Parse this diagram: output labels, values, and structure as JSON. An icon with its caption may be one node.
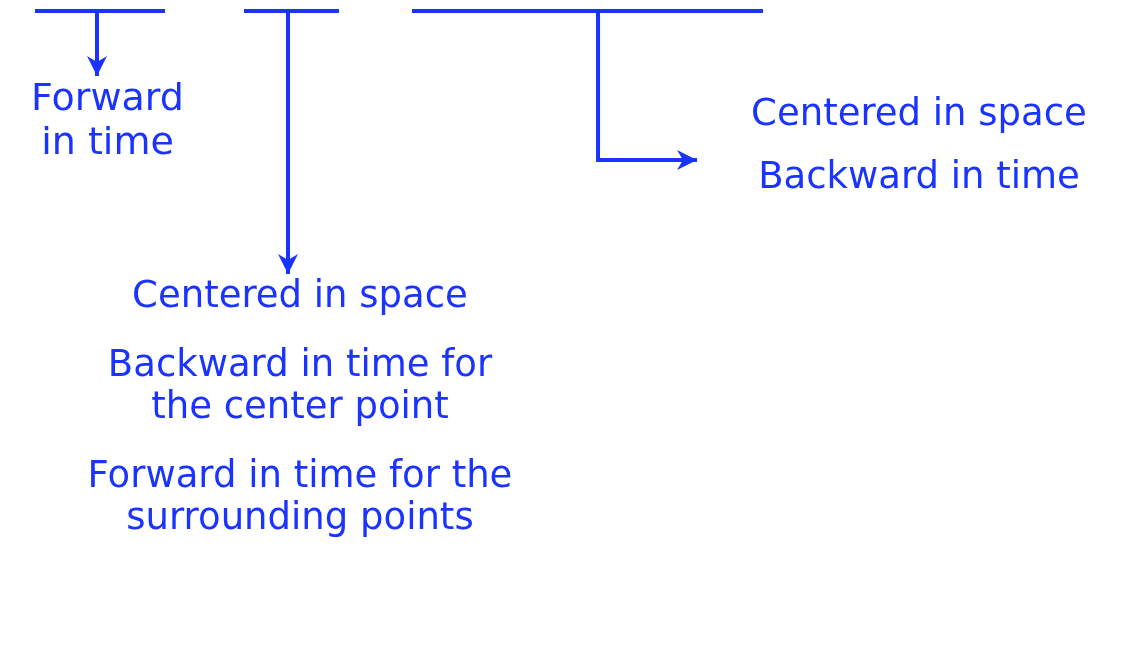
{
  "diagram": {
    "nodes": [
      {
        "text": [],
        "shape": "bar"
      },
      {
        "text": [],
        "shape": "bar"
      },
      {
        "text": [],
        "shape": "bar"
      },
      {
        "text": [
          "Forward in time"
        ]
      },
      {
        "text": [
          "Centered in space",
          "Backward in time for the center point",
          "Forward in time for the surrounding points"
        ]
      },
      {
        "text": [
          "Centered in space",
          "Backward in time"
        ]
      }
    ],
    "edges": [
      {
        "from": 0,
        "to": 3,
        "arrow": "to"
      },
      {
        "from": 1,
        "to": 4,
        "arrow": "to"
      },
      {
        "from": 2,
        "to": 5,
        "arrow": "to"
      }
    ]
  }
}
